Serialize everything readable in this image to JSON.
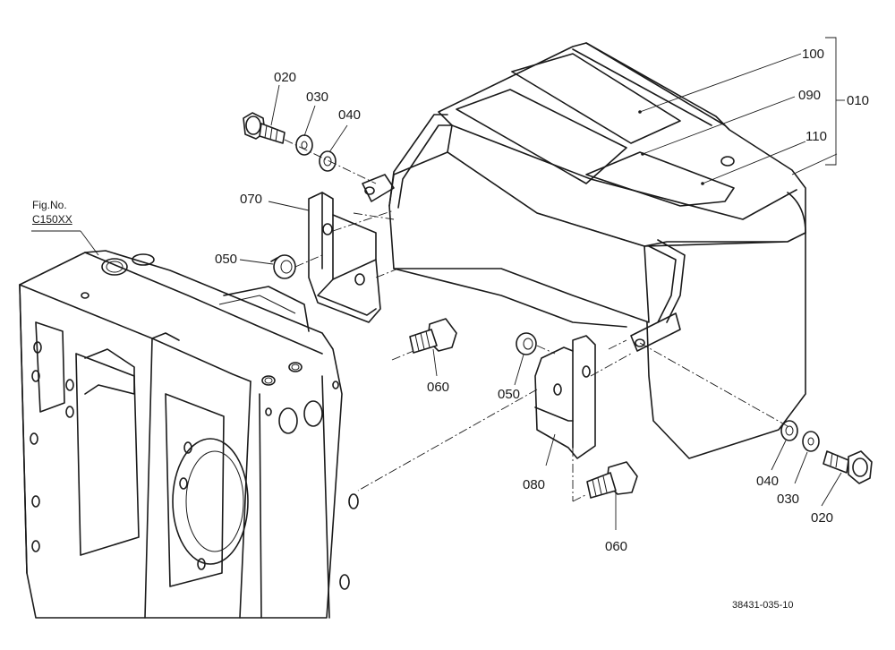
{
  "diagram": {
    "callouts": {
      "p010": "010",
      "p020_top": "020",
      "p030_top": "030",
      "p040_top": "040",
      "p050_left": "050",
      "p060_left": "060",
      "p070": "070",
      "p050_right": "050",
      "p060_bottom": "060",
      "p080": "080",
      "p090": "090",
      "p100": "100",
      "p110": "110",
      "p040_bottom": "040",
      "p030_bottom": "030",
      "p020_bottom": "020"
    },
    "figure_ref": {
      "line1": "Fig.No.",
      "line2": "C150XX"
    },
    "drawing_number": "38431-035-10"
  }
}
